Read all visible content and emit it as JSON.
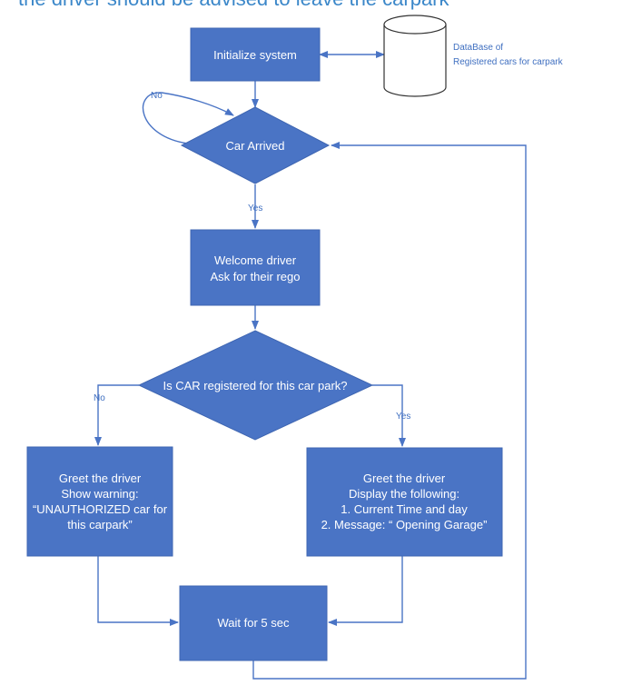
{
  "header": {
    "text": "the driver should be advised to leave the carpark"
  },
  "nodes": {
    "init": {
      "label": "Initialize system"
    },
    "database": {
      "line1": "DataBase of",
      "line2": "Registered cars for carpark"
    },
    "car_arrived": {
      "label": "Car Arrived"
    },
    "welcome": {
      "line1": "Welcome driver",
      "line2": "Ask for their rego"
    },
    "registered_q": {
      "label": "Is CAR registered for this car park?"
    },
    "unauthorized": {
      "line1": "Greet the driver",
      "line2": "Show warning:",
      "line3": "“UNAUTHORIZED car for",
      "line4": "this carpark”"
    },
    "authorized": {
      "line1": "Greet the driver",
      "line2": "Display the following:",
      "line3": "1. Current Time and day",
      "line4": "2. Message: “ Opening Garage”"
    },
    "wait": {
      "label": "Wait for 5 sec"
    }
  },
  "edges": {
    "arrived_no": "No",
    "arrived_yes": "Yes",
    "registered_no": "No",
    "registered_yes": "Yes"
  },
  "colors": {
    "shape_fill": "#4a74c5",
    "connector": "#4a74c5",
    "header_text": "#3b87c9"
  }
}
